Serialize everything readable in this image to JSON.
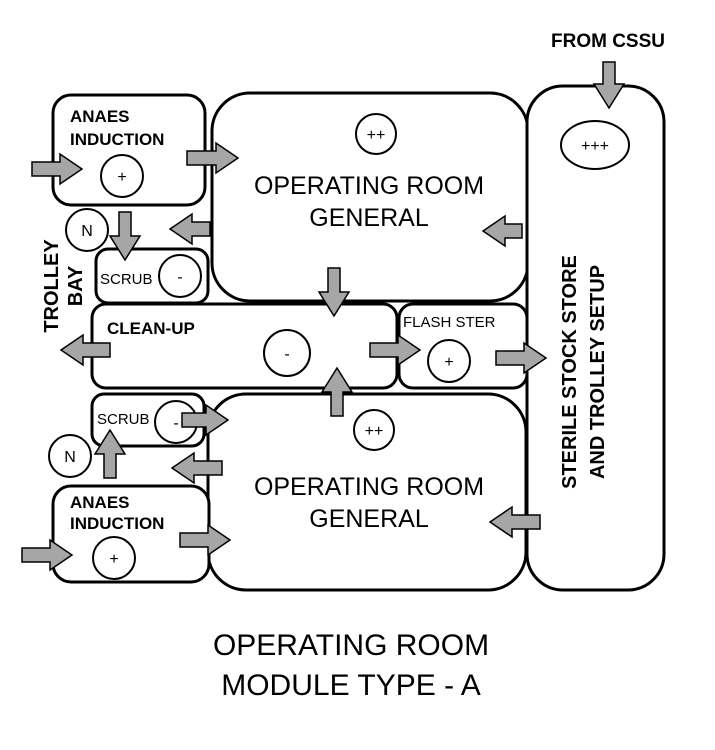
{
  "labels": {
    "from_cssu": "FROM CSSU",
    "anaes_top_1": "ANAES",
    "anaes_top_2": "INDUCTION",
    "or_top_1": "OPERATING ROOM",
    "or_top_2": "GENERAL",
    "trolley_1": "TROLLEY",
    "trolley_2": "BAY",
    "scrub_top": "SCRUB",
    "clean_up": "CLEAN-UP",
    "flash_ster": "FLASH STER",
    "scrub_bottom": "SCRUB",
    "or_bottom_1": "OPERATING ROOM",
    "or_bottom_2": "GENERAL",
    "anaes_bottom_1": "ANAES",
    "anaes_bottom_2": "INDUCTION",
    "sterile_1": "STERILE STOCK STORE",
    "sterile_2": "AND TROLLEY SETUP"
  },
  "symbols": {
    "anaes_top": "+",
    "or_top": "++",
    "sterile": "+++",
    "n_top": "N",
    "scrub_top": "-",
    "clean_up": "-",
    "flash_ster": "+",
    "scrub_bottom": "-",
    "or_bottom": "++",
    "n_bottom": "N",
    "anaes_bottom": "+"
  },
  "title": {
    "line1": "OPERATING ROOM",
    "line2": "MODULE TYPE - A"
  },
  "colors": {
    "arrow_fill": "#a6a6a6",
    "stroke": "#000000",
    "background": "#ffffff"
  }
}
